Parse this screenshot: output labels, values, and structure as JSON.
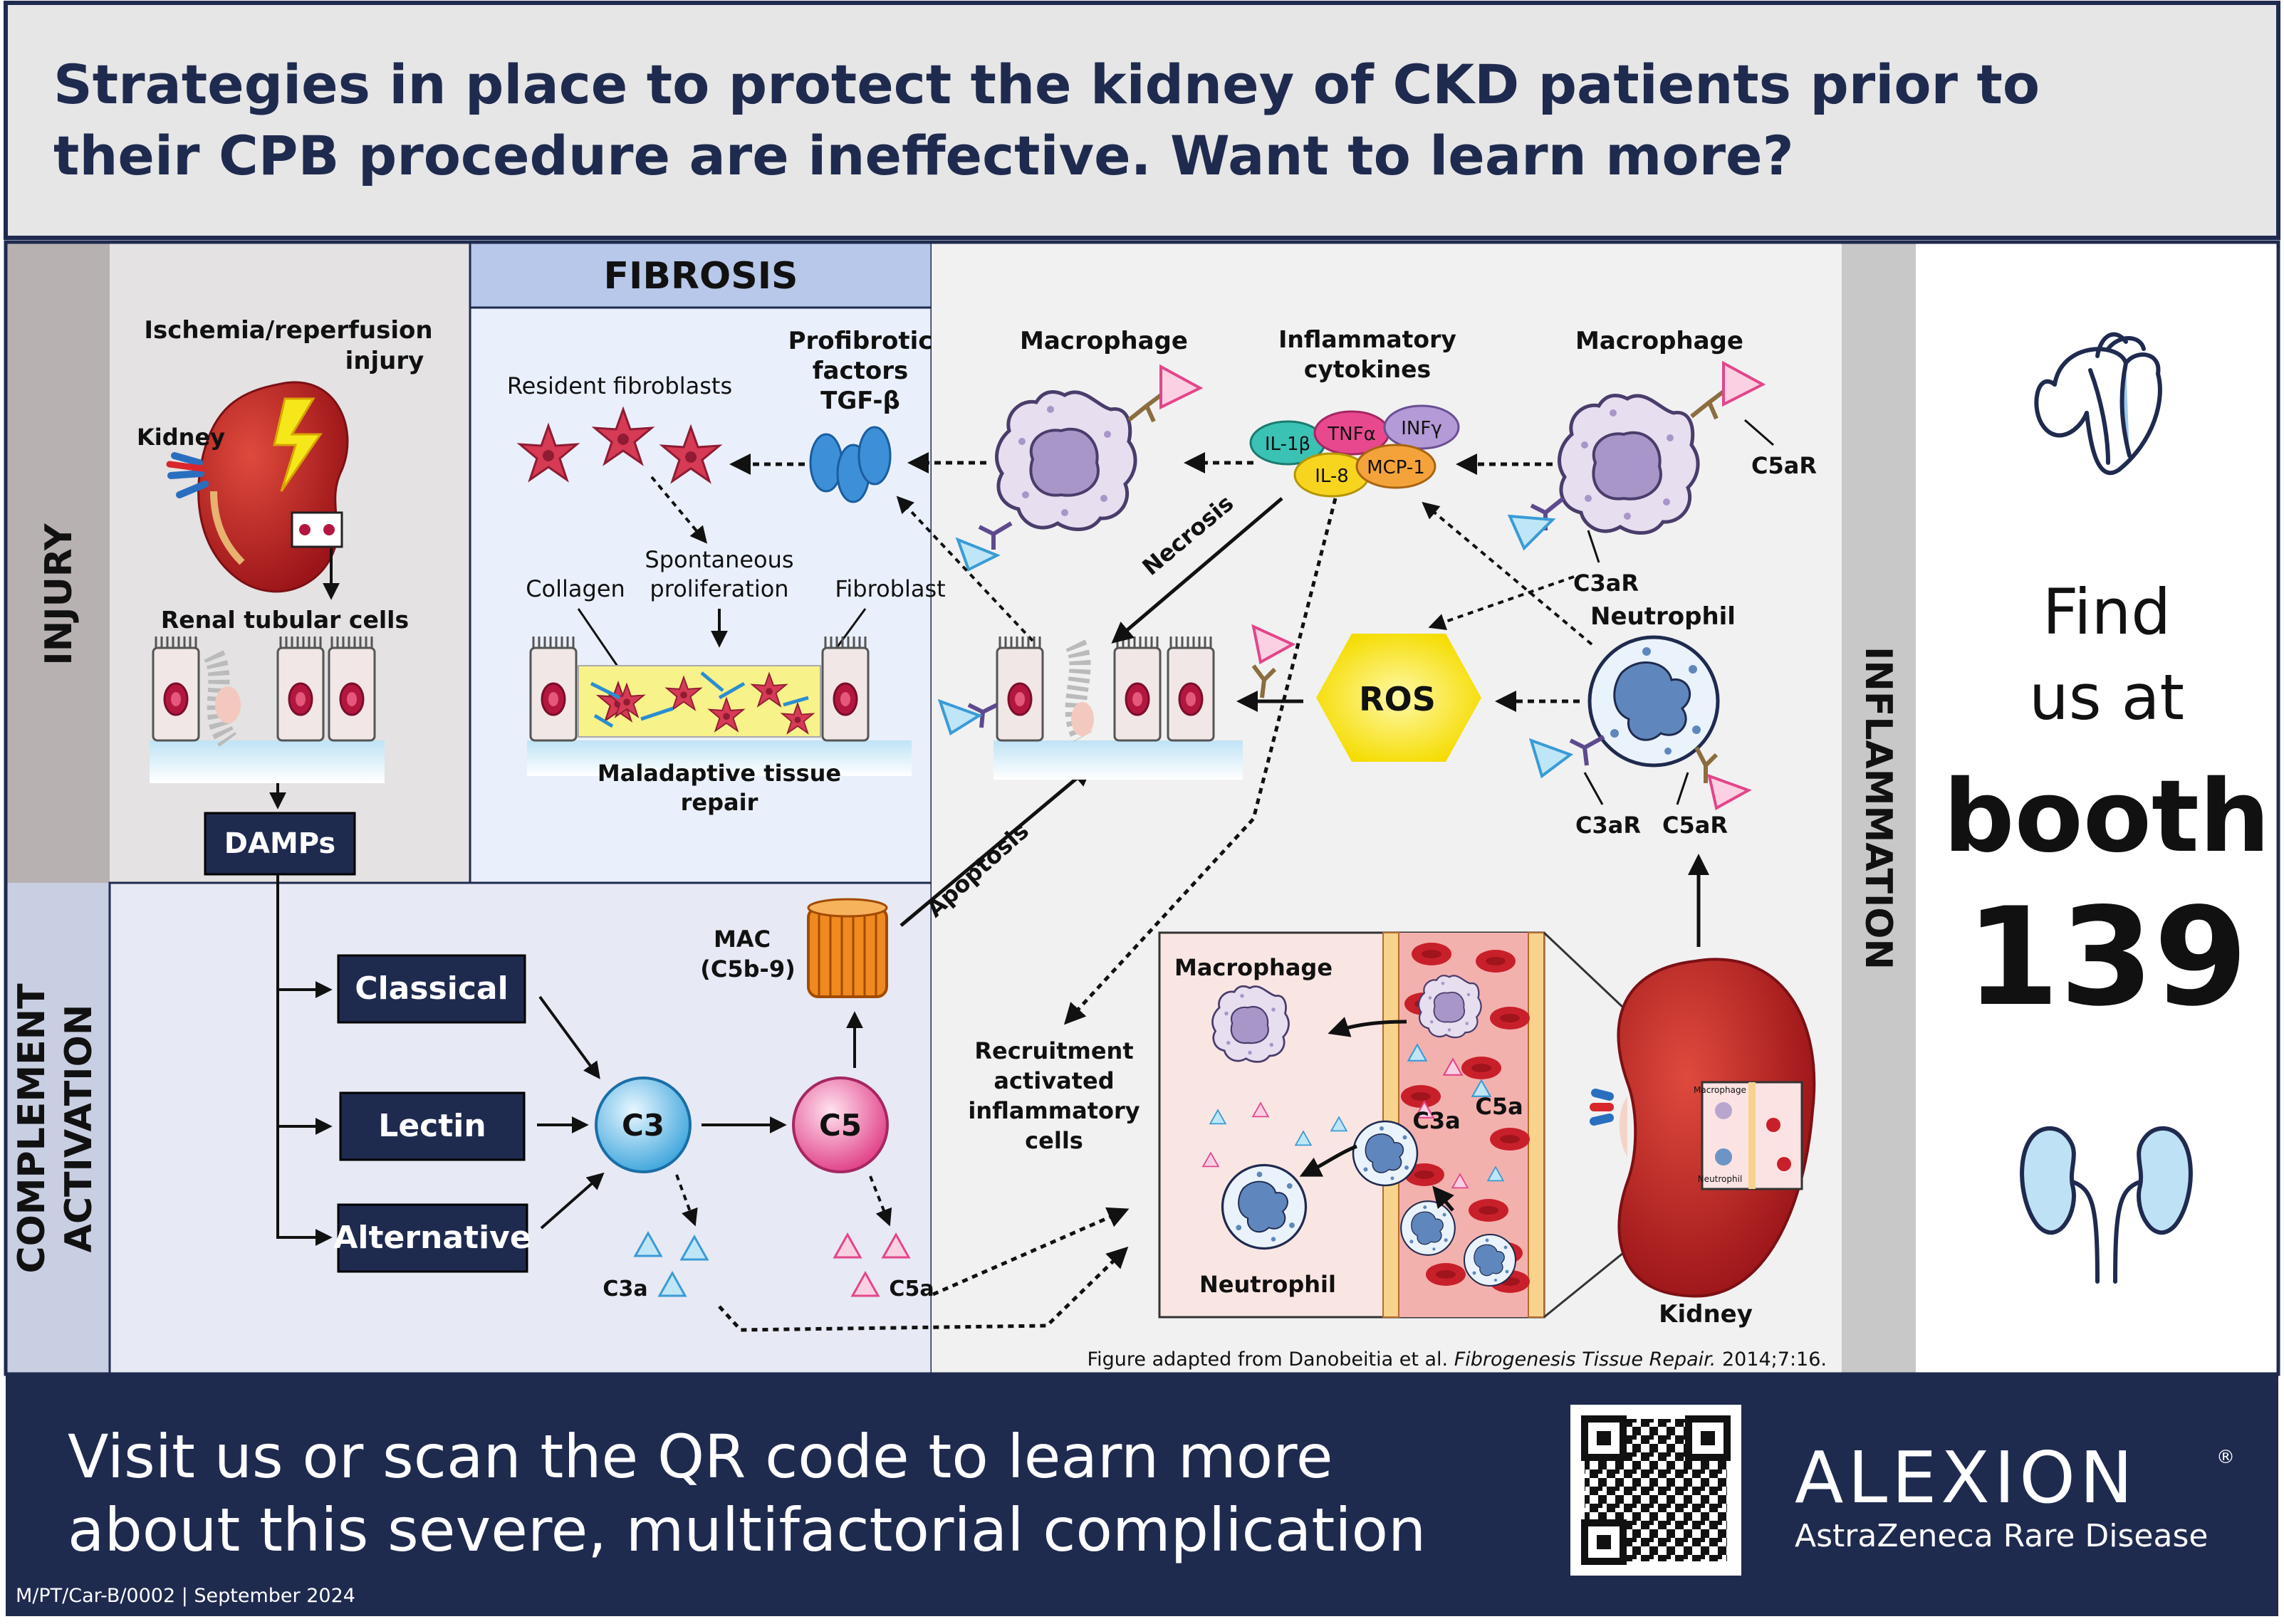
{
  "header": {
    "title_line1": "Strategies in place to protect the kidney of CKD patients prior to",
    "title_line2": "their CPB procedure are ineffective. Want to learn more?"
  },
  "sections": {
    "injury": "INJURY",
    "fibrosis": "FIBROSIS",
    "complement_line1": "COMPLEMENT",
    "complement_line2": "ACTIVATION",
    "inflammation": "INFLAMMATION"
  },
  "injury": {
    "title_line1": "Ischemia/reperfusion",
    "title_line2": "injury",
    "kidney": "Kidney",
    "renal_tubular": "Renal tubular cells",
    "damps": "DAMPs"
  },
  "fibrosis": {
    "resident": "Resident fibroblasts",
    "profibrotic_line1": "Profibrotic",
    "profibrotic_line2": "factors",
    "profibrotic_line3": "TGF-β",
    "collagen": "Collagen",
    "spontaneous_line1": "Spontaneous",
    "spontaneous_line2": "proliferation",
    "fibroblast": "Fibroblast",
    "maladaptive_line1": "Maladaptive tissue",
    "maladaptive_line2": "repair"
  },
  "complement": {
    "classical": "Classical",
    "lectin": "Lectin",
    "alternative": "Alternative",
    "c3": "C3",
    "c5": "C5",
    "c3a": "C3a",
    "c5a": "C5a",
    "mac_line1": "MAC",
    "mac_line2": "(C5b-9)"
  },
  "inflammation": {
    "macrophage_left": "Macrophage",
    "macrophage_right": "Macrophage",
    "cytokines_line1": "Inflammatory",
    "cytokines_line2": "cytokines",
    "il1b": "IL-1β",
    "tnfa": "TNFα",
    "infy": "INFγ",
    "il8": "IL-8",
    "mcp1": "MCP-1",
    "c5ar_top": "C5aR",
    "c3ar_top": "C3aR",
    "neutrophil": "Neutrophil",
    "c3ar_bottom": "C3aR",
    "c5ar_bottom": "C5aR",
    "ros": "ROS",
    "necrosis": "Necrosis",
    "apoptosis": "Apoptosis",
    "recruit_line1": "Recruitment",
    "recruit_line2": "activated",
    "recruit_line3": "inflammatory",
    "recruit_line4": "cells",
    "inset_macrophage": "Macrophage",
    "inset_neutrophil": "Neutrophil",
    "inset_c3a": "C3a",
    "inset_c5a": "C5a",
    "kidney": "Kidney",
    "mini_macrophage": "Macrophage",
    "mini_neutrophil": "Neutrophil",
    "credit_prefix": "Figure adapted from Danobeitia et al. ",
    "credit_journal": "Fibrogenesis Tissue Repair.",
    "credit_suffix": " 2014;7:16."
  },
  "booth": {
    "find_line1": "Find",
    "find_line2": "us at",
    "booth_word": "booth",
    "booth_number": "139"
  },
  "footer": {
    "line1": "Visit us or scan the QR code to learn more",
    "line2": "about this severe, multifactorial complication",
    "ref": "M/PT/Car-B/0002 | September 2024",
    "brand": "ALEXION",
    "registered": "®",
    "tagline": "AstraZeneca Rare Disease"
  },
  "colors": {
    "navy": "#1f2a4f",
    "kidney_red": "#b01d24",
    "c3_blue": "#5fb8e6",
    "c5_pink": "#e8498e",
    "ros_yellow": "#f7e21a",
    "fibroblast_red": "#d63a55",
    "macrophage_lilac": "#b9a6cf",
    "neutrophil_blue": "#6c95c6"
  },
  "icons": [
    "heart-icon",
    "kidneys-icon",
    "lightning-icon",
    "qr-code-icon"
  ]
}
